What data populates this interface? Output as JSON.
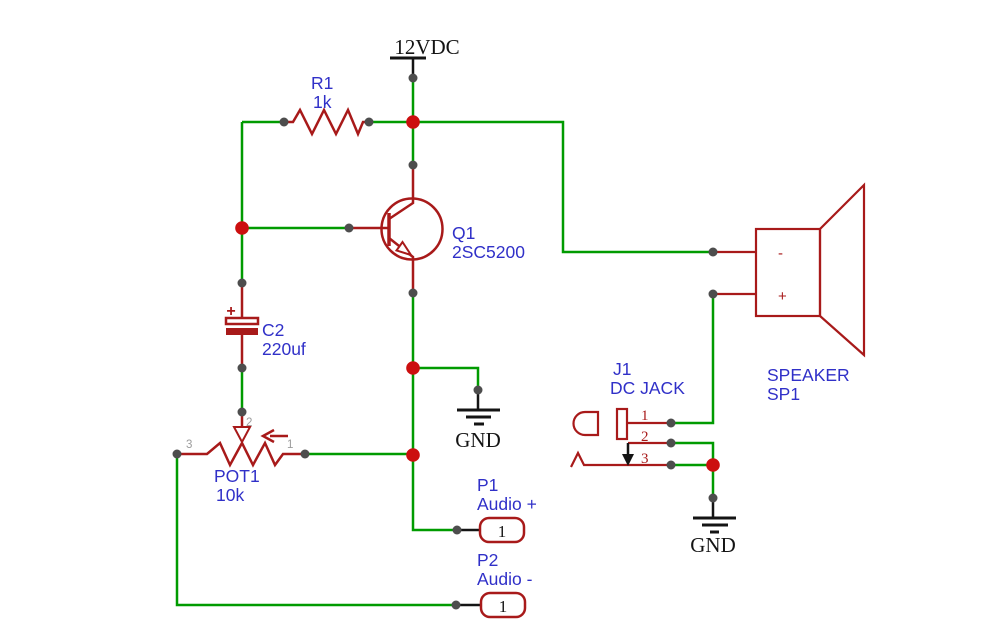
{
  "colors": {
    "wire": "#009b00",
    "comp": "#a81a1a",
    "junction": "#cc0f0f",
    "pin": "#4d4d4d",
    "label": "#3030c8",
    "graynum": "#9c9c9c",
    "black": "#141414"
  },
  "nets": {
    "power_label": "12VDC",
    "gnd1_label": "GND",
    "gnd2_label": "GND"
  },
  "components": {
    "r1": {
      "ref": "R1",
      "value": "1k"
    },
    "q1": {
      "ref": "Q1",
      "value": "2SC5200"
    },
    "c2": {
      "ref": "C2",
      "value": "220uf",
      "plus": "+"
    },
    "pot1": {
      "ref": "POT1",
      "value": "10k",
      "pin1": "1",
      "pin2": "2",
      "pin3": "3"
    },
    "j1": {
      "ref": "J1",
      "value": "DC JACK",
      "pin1": "1",
      "pin2": "2",
      "pin3": "3"
    },
    "sp1": {
      "ref": "SPEAKER",
      "value": "SP1",
      "minus": "-",
      "plus": "+"
    },
    "p1": {
      "ref": "P1",
      "value": "Audio +",
      "pad": "1"
    },
    "p2": {
      "ref": "P2",
      "value": "Audio -",
      "pad": "1"
    }
  }
}
